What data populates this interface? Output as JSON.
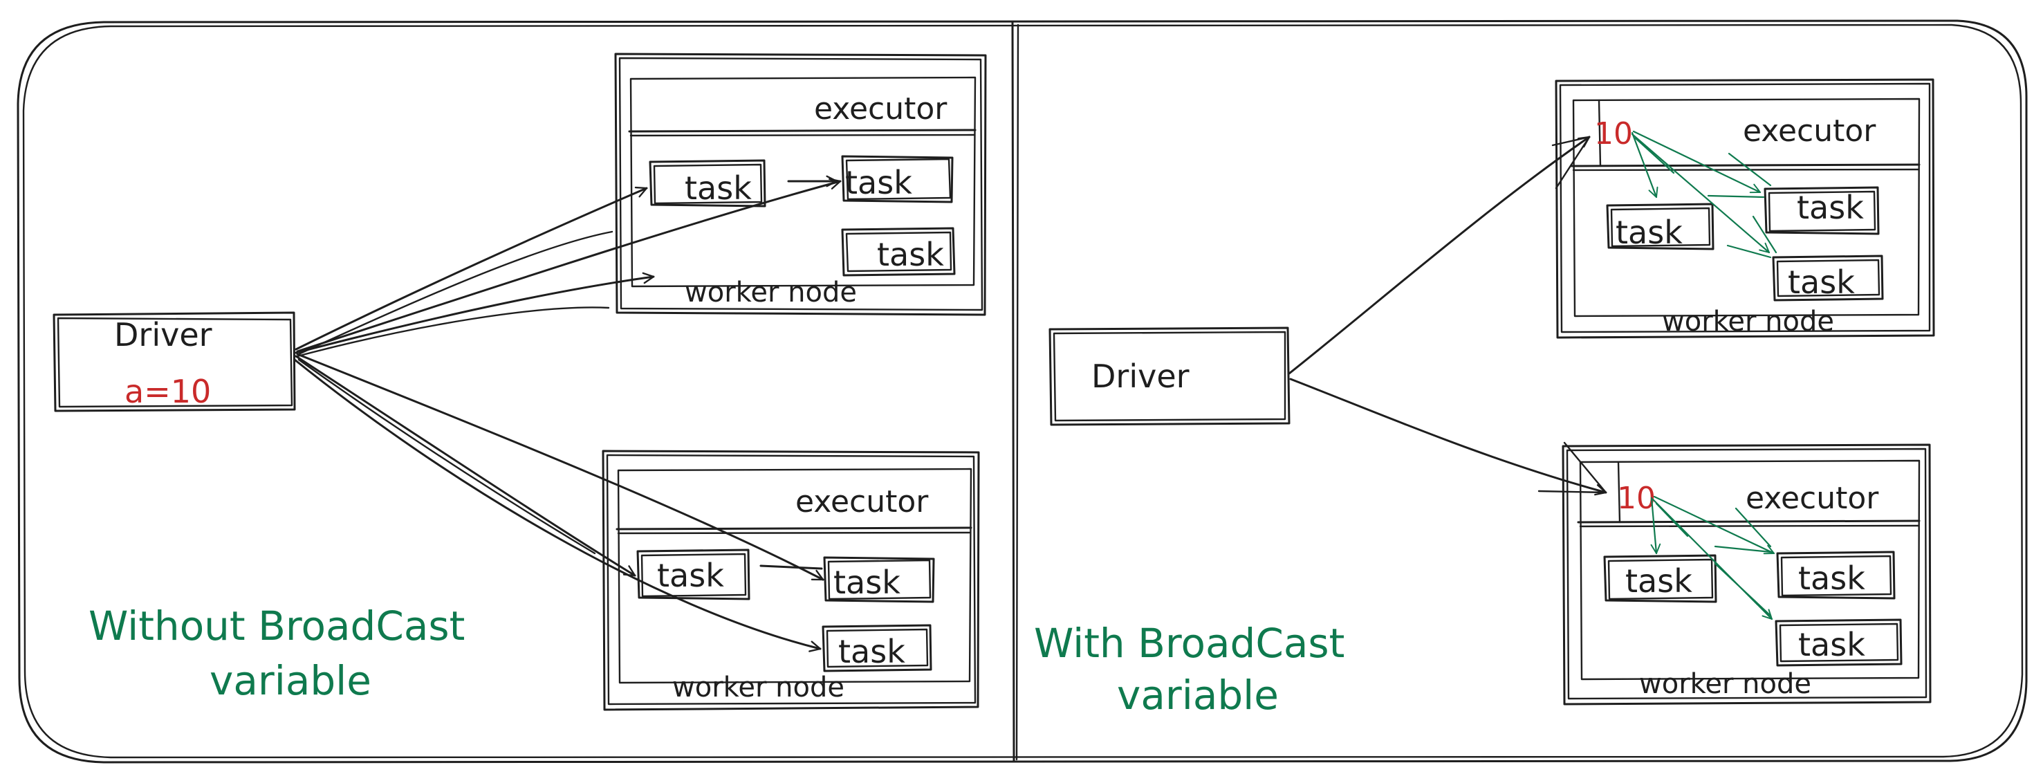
{
  "colors": {
    "ink": "#1e1e1e",
    "value": "#c92a2a",
    "broadcast": "#0f7a4e"
  },
  "left": {
    "driver": {
      "label": "Driver",
      "value": "a=10"
    },
    "caption": {
      "line1": "Without BroadCast",
      "line2": "variable"
    },
    "nodes": [
      {
        "executor": "executor",
        "worker": "worker node",
        "tasks": [
          "task",
          "task",
          "task"
        ]
      },
      {
        "executor": "executor",
        "worker": "worker node",
        "tasks": [
          "task",
          "task",
          "task"
        ]
      }
    ]
  },
  "right": {
    "driver": {
      "label": "Driver"
    },
    "caption": {
      "line1": "With BroadCast",
      "line2": "variable"
    },
    "nodes": [
      {
        "value": "10",
        "executor": "executor",
        "worker": "worker node",
        "tasks": [
          "task",
          "task",
          "task"
        ]
      },
      {
        "value": "10",
        "executor": "executor",
        "worker": "worker node",
        "tasks": [
          "task",
          "task",
          "task"
        ]
      }
    ]
  }
}
